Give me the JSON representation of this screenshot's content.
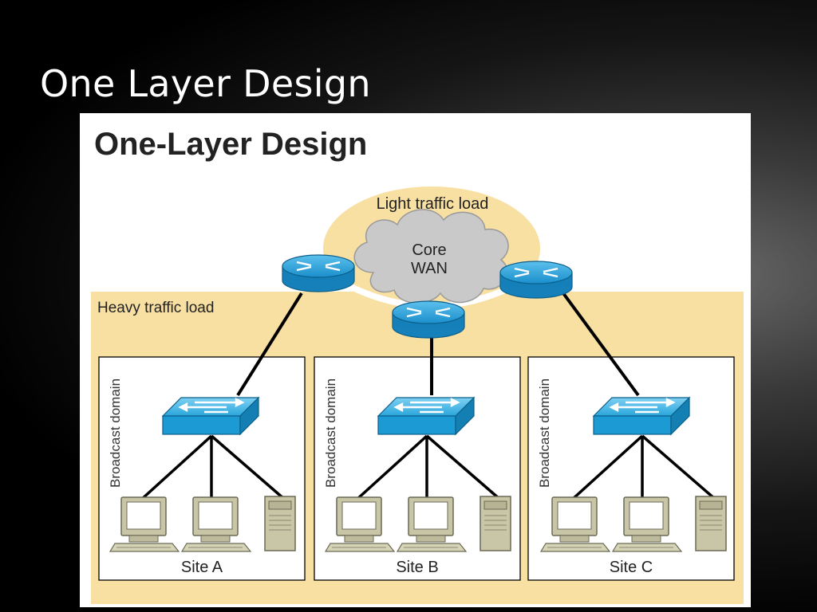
{
  "slide": {
    "title": "One Layer Design"
  },
  "diagram": {
    "title": "One-Layer Design",
    "core_zone_label": "Light traffic load",
    "core_cloud_label_line1": "Core",
    "core_cloud_label_line2": "WAN",
    "heavy_zone_label": "Heavy traffic load",
    "sites": [
      {
        "name": "Site A",
        "domain_label": "Broadcast domain"
      },
      {
        "name": "Site B",
        "domain_label": "Broadcast domain"
      },
      {
        "name": "Site C",
        "domain_label": "Broadcast domain"
      }
    ],
    "colors": {
      "traffic_zone": "#f8dfa2",
      "cloud": "#c9c9c9",
      "router_blue": "#1e9bd7",
      "switch_blue": "#1ea2dc",
      "device_tan": "#c8c6a6",
      "link": "#000000"
    },
    "icons": [
      "router-icon",
      "switch-icon",
      "pc-icon",
      "server-icon",
      "cloud-icon"
    ]
  }
}
